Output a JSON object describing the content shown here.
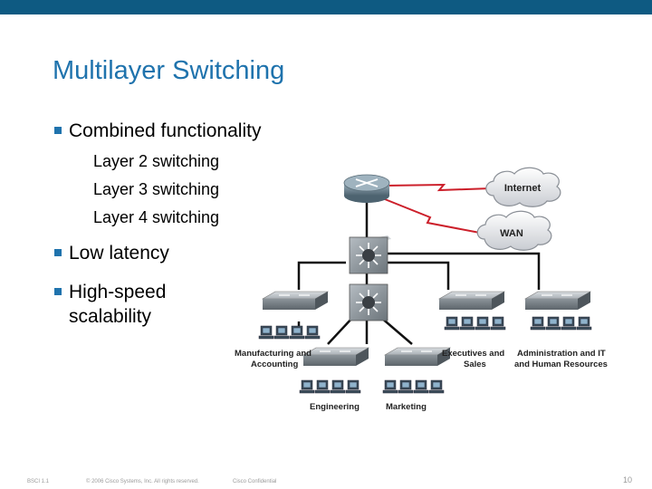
{
  "slide": {
    "title": "Multilayer Switching",
    "accent_color": "#1f73ad",
    "topbar_color": "#0e5a82"
  },
  "bullets": [
    {
      "text": "Combined functionality",
      "subs": [
        "Layer 2 switching",
        "Layer 3 switching",
        "Layer 4 switching"
      ]
    },
    {
      "text": "Low latency"
    },
    {
      "text": "High-speed",
      "text2": "scalability"
    }
  ],
  "diagram": {
    "clouds": {
      "internet": "Internet",
      "wan": "WAN"
    },
    "labels": {
      "manufacturing": [
        "Manufacturing and",
        "Accounting"
      ],
      "executives": [
        "Executives and",
        "Sales"
      ],
      "administration": [
        "Administration and IT",
        "and Human Resources"
      ],
      "engineering": "Engineering",
      "marketing": "Marketing"
    },
    "icons": [
      "router-icon",
      "multilayer-switch-icon",
      "workgroup-switch-icon",
      "pc-icon",
      "cloud-icon"
    ]
  },
  "footer": {
    "course": "BSCI 1.1",
    "copyright": "© 2006 Cisco Systems, Inc. All rights reserved.",
    "confidential": "Cisco Confidential",
    "page": "10"
  }
}
